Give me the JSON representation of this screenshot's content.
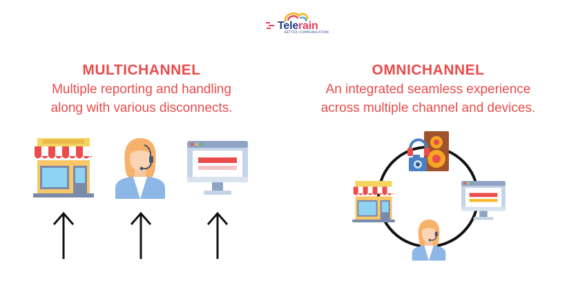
{
  "brand": {
    "name_part1": "Tele",
    "name_part2": "rain",
    "tagline": "BETTER COMMUNICATION"
  },
  "left": {
    "title": "MULTICHANNEL",
    "desc_line1": "Multiple reporting and handling",
    "desc_line2": "along with various disconnects."
  },
  "right": {
    "title": "OMNICHANNEL",
    "desc_line1": "An integrated seamless experience",
    "desc_line2": "across multiple channel and devices."
  },
  "colors": {
    "accent": "#e94b4b",
    "brand_blue": "#243f8f",
    "brand_red": "#e23b5a"
  }
}
